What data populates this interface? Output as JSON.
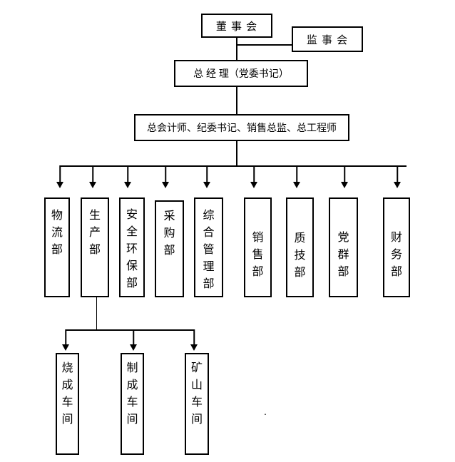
{
  "diagram": {
    "type": "org-chart",
    "top_nodes": {
      "board": "董 事 会",
      "supervisory": "监 事 会",
      "general_manager": "总 经 理（党委书记）",
      "executives": "总会计师、纪委书记、销售总监、总工程师"
    },
    "departments": [
      "物流部",
      "生产部",
      "安全环保部",
      "采购部",
      "综合管理部",
      "销售部",
      "质技部",
      "党群部",
      "财务部"
    ],
    "workshops": [
      "烧成车间",
      "制成车间",
      "矿山车间"
    ],
    "stray_mark": "."
  },
  "colors": {
    "line": "#000000",
    "text": "#000000",
    "background": "#ffffff"
  }
}
